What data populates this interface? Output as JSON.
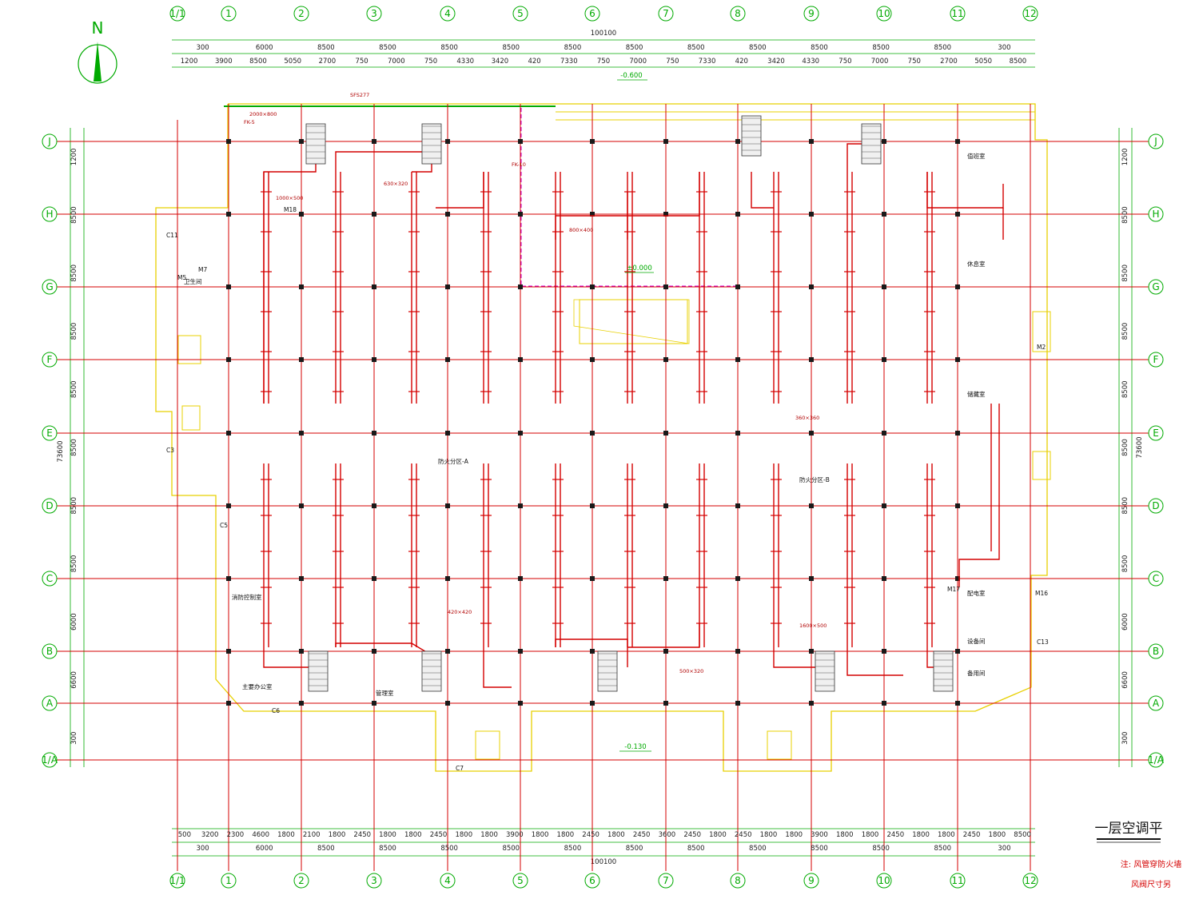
{
  "north_label": "N",
  "title": "一层空调平",
  "notes": [
    "注: 风管穿防火墙",
    "风阀尺寸另"
  ],
  "axis_v": [
    "1/1",
    "1",
    "2",
    "3",
    "4",
    "5",
    "6",
    "7",
    "8",
    "9",
    "10",
    "11",
    "12"
  ],
  "axis_h": [
    "J",
    "H",
    "G",
    "F",
    "E",
    "D",
    "C",
    "B",
    "A",
    "1/A"
  ],
  "total_width": "100100",
  "total_height": "73600",
  "top_dims_row1": [
    "300",
    "6000",
    "8500",
    "8500",
    "8500",
    "8500",
    "8500",
    "8500",
    "8500",
    "8500",
    "8500",
    "8500",
    "8500",
    "300"
  ],
  "top_dims_row2": [
    "1200",
    "3900",
    "8500",
    "5050",
    "2700",
    "750",
    "7000",
    "750",
    "4330",
    "3420",
    "420",
    "7330",
    "750",
    "7000",
    "750",
    "7330",
    "420",
    "3420",
    "4330",
    "750",
    "7000",
    "750",
    "2700",
    "5050",
    "8500"
  ],
  "bottom_dims_row1": [
    "500",
    "3200",
    "2300",
    "4600",
    "1800",
    "2100",
    "1800",
    "2450",
    "1800",
    "1800",
    "2450",
    "1800",
    "1800",
    "3900",
    "1800",
    "1800",
    "2450",
    "1800",
    "2450",
    "3600",
    "2450",
    "1800",
    "2450",
    "1800",
    "1800",
    "3900",
    "1800",
    "1800",
    "2450",
    "1800",
    "1800",
    "2450",
    "1800",
    "8500"
  ],
  "bottom_dims_row2": [
    "300",
    "6000",
    "8500",
    "8500",
    "8500",
    "8500",
    "8500",
    "8500",
    "8500",
    "8500",
    "8500",
    "8500",
    "8500",
    "300"
  ],
  "left_dims": [
    "1200",
    "8500",
    "8500",
    "8500",
    "8500",
    "8500",
    "8500",
    "8500",
    "6000",
    "6600",
    "300"
  ],
  "right_dims": [
    "1200",
    "8500",
    "8500",
    "8500",
    "8500",
    "8500",
    "8500",
    "8500",
    "6000",
    "6600",
    "300"
  ],
  "elevations": [
    "-0.600",
    "±0.000",
    "-0.130"
  ],
  "zones": [
    "防火分区-A",
    "防火分区-B"
  ],
  "rooms": [
    "消防控制室",
    "设备间",
    "主要办公室",
    "值班室",
    "配电室",
    "管理室",
    "储藏室",
    "卫生间",
    "备用间",
    "休息室"
  ],
  "duct_sizes": [
    "1000×500",
    "800×400",
    "630×320",
    "500×320",
    "420×420",
    "360×360",
    "2000×800",
    "1600×500"
  ],
  "door_tags": [
    "M18",
    "M17",
    "M16",
    "M7",
    "M5",
    "M2",
    "C5",
    "C6",
    "C7",
    "C11",
    "C13",
    "C3"
  ],
  "fan_tags": [
    "FK-10",
    "FK-5",
    "SFS277"
  ],
  "colors": {
    "axis": "#00aa00",
    "grid": "#d40000",
    "wall": "#e8d000",
    "duct": "#d40000"
  }
}
